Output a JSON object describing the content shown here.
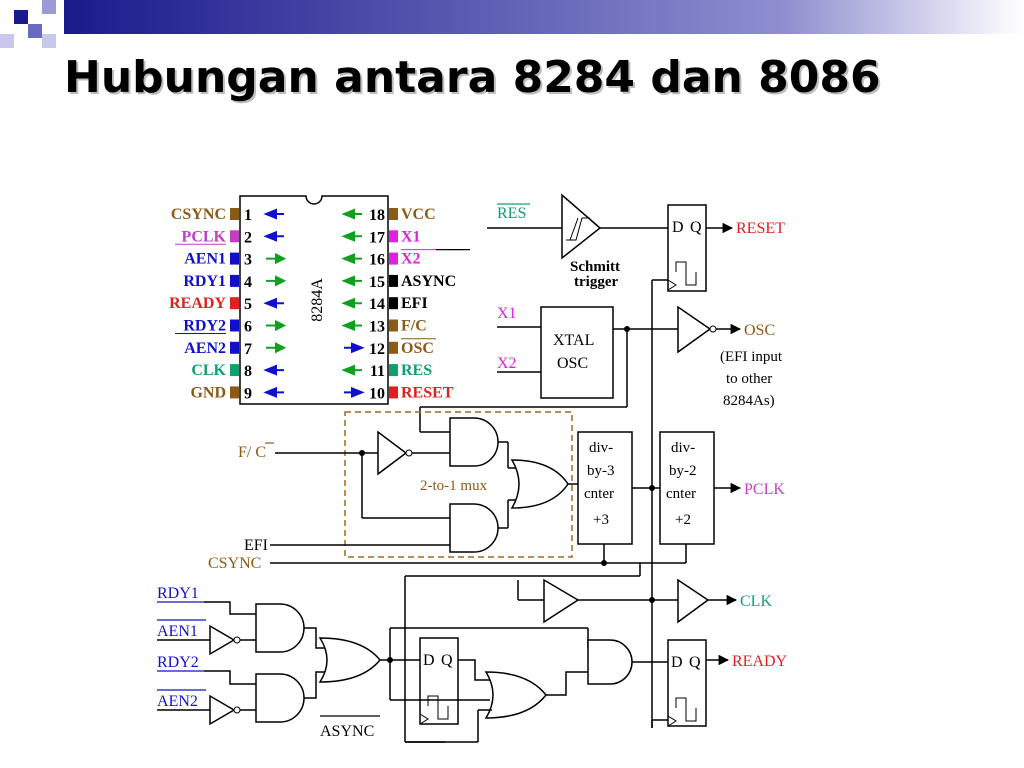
{
  "title": "Hubungan antara 8284 dan 8086",
  "chip": {
    "name": "8284A",
    "left_pins": [
      {
        "num": "1",
        "label": "CSYNC",
        "color": "#8b5a14",
        "dir": "left"
      },
      {
        "num": "2",
        "label": "PCLK",
        "color": "#c040c0",
        "dir": "left"
      },
      {
        "num": "3",
        "label": "AEN1",
        "color": "#1010cc",
        "dir": "right"
      },
      {
        "num": "4",
        "label": "RDY1",
        "color": "#1010cc",
        "dir": "right"
      },
      {
        "num": "5",
        "label": "READY",
        "color": "#e02020",
        "dir": "left"
      },
      {
        "num": "6",
        "label": "RDY2",
        "color": "#1010cc",
        "dir": "right"
      },
      {
        "num": "7",
        "label": "AEN2",
        "color": "#1010cc",
        "dir": "right"
      },
      {
        "num": "8",
        "label": "CLK",
        "color": "#10a070",
        "dir": "left"
      },
      {
        "num": "9",
        "label": "GND",
        "color": "#8b5a14",
        "dir": "left"
      }
    ],
    "right_pins": [
      {
        "num": "18",
        "label": "VCC",
        "color": "#8b5a14",
        "dir": "left"
      },
      {
        "num": "17",
        "label": "X1",
        "color": "#e020e0",
        "dir": "left"
      },
      {
        "num": "16",
        "label": "X2",
        "color": "#e020e0",
        "dir": "left"
      },
      {
        "num": "15",
        "label": "ASYNC",
        "color": "#000000",
        "dir": "left"
      },
      {
        "num": "14",
        "label": "EFI",
        "color": "#000000",
        "dir": "left"
      },
      {
        "num": "13",
        "label": "F/C",
        "color": "#8b5a14",
        "dir": "left"
      },
      {
        "num": "12",
        "label": "OSC",
        "color": "#8b5a14",
        "dir": "right"
      },
      {
        "num": "11",
        "label": "RES",
        "color": "#10a070",
        "dir": "left"
      },
      {
        "num": "10",
        "label": "RESET",
        "color": "#e02020",
        "dir": "right"
      }
    ]
  },
  "circuit": {
    "res_in": "RES",
    "schmitt": "Schmitt trigger",
    "ff_d": "D",
    "ff_q": "Q",
    "reset_out": "RESET",
    "x1_in": "X1",
    "x2_in": "X2",
    "xtal_l1": "XTAL",
    "xtal_l2": "OSC",
    "osc_out": "OSC",
    "osc_note": [
      "(EFI  input",
      "to  other",
      "8284As)"
    ],
    "fc_in": "F/ C",
    "mux": "2-to-1  mux",
    "efi_in": "EFI",
    "csync_in": "CSYNC",
    "div3": [
      "div-",
      "by-3",
      "cnter",
      "+3"
    ],
    "div2": [
      "div-",
      "by-2",
      "cnter",
      "+2"
    ],
    "pclk_out": "PCLK",
    "clk_out": "CLK",
    "rdy1_in": "RDY1",
    "aen1_in": "AEN1",
    "rdy2_in": "RDY2",
    "aen2_in": "AEN2",
    "async_in": "ASYNC",
    "ready_out": "READY"
  },
  "colors": {
    "brown": "#8b5a14",
    "magenta": "#e020e0",
    "blue": "#1010cc",
    "red": "#e02020",
    "green": "#10a070",
    "mux_border": "#a06a20"
  }
}
